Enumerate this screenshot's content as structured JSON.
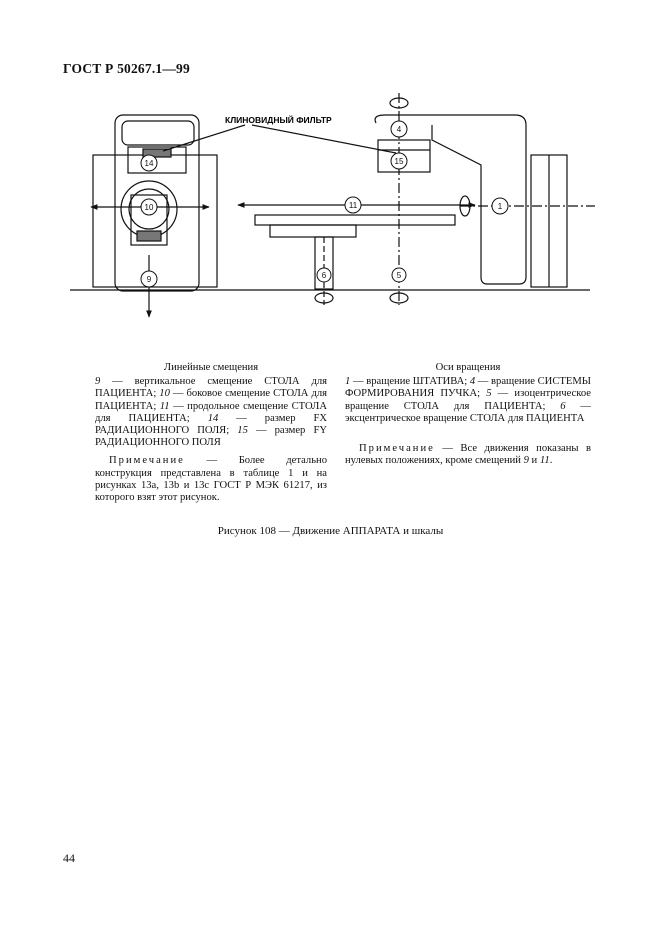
{
  "header": {
    "doc_id": "ГОСТ Р 50267.1—99"
  },
  "figure": {
    "filter_label": "КЛИНОВИДНЫЙ ФИЛЬТР",
    "markers": [
      "1",
      "4",
      "5",
      "6",
      "9",
      "10",
      "11",
      "14",
      "15"
    ]
  },
  "left_column": {
    "title": "Линейные смещения",
    "items": [
      {
        "num": "9",
        "text": " — вертикальное смещение СТОЛА для ПАЦИЕНТА; "
      },
      {
        "num": "10",
        "text": " — боковое смещение СТОЛА для ПАЦИЕНТА; "
      },
      {
        "num": "11",
        "text": " — продольное смещение СТОЛА для ПАЦИЕНТА; "
      },
      {
        "num": "14",
        "text": " — размер FX РАДИАЦИОННОГО ПОЛЯ; "
      },
      {
        "num": "15",
        "text": " — размер FY РАДИАЦИОННОГО ПОЛЯ"
      }
    ],
    "note_label": "Примечание",
    "note_text": " — Более детально конструкция представлена в таблице 1 и на рисунках 13a, 13b и 13c ГОСТ Р МЭК 61217, из которого взят этот рисунок."
  },
  "right_column": {
    "title": "Оси вращения",
    "items": [
      {
        "num": "1",
        "text": " — вращение ШТАТИВА; "
      },
      {
        "num": "4",
        "text": " — вращение СИСТЕМЫ ФОРМИРОВАНИЯ ПУЧКА; "
      },
      {
        "num": "5",
        "text": " — изоцентрическое вращение СТОЛА для ПАЦИЕНТА; "
      },
      {
        "num": "6",
        "text": " — эксцентрическое вращение СТОЛА для ПАЦИЕНТА"
      }
    ],
    "note_label": "Примечание",
    "note_text": " — Все движения показаны в нулевых положениях, кроме смещений ",
    "note_num1": "9",
    "note_and": " и ",
    "note_num2": "11",
    "note_end": "."
  },
  "caption": "Рисунок 108 — Движение АППАРАТА и шкалы",
  "page_number": "44"
}
